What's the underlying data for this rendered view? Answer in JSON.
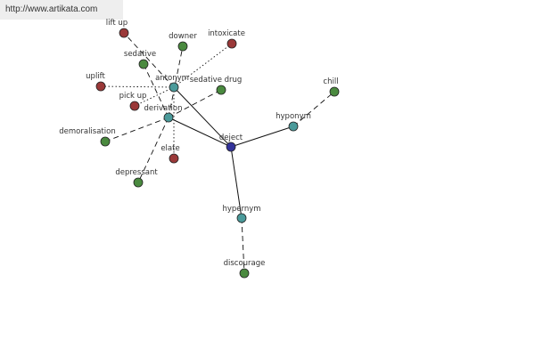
{
  "site_url": "http://www.artikata.com",
  "colors": {
    "center": "#33339a",
    "relation": "#4a9a9a",
    "antonym_word": "#9a3838",
    "synonym_word": "#4a8a3f",
    "edge": "#111111",
    "background": "#ffffff"
  },
  "nodes": [
    {
      "id": "deject",
      "label": "deject",
      "kind": "center"
    },
    {
      "id": "antonym",
      "label": "antonym",
      "kind": "relation"
    },
    {
      "id": "derivation",
      "label": "derivation",
      "kind": "relation"
    },
    {
      "id": "hyponym",
      "label": "hyponym",
      "kind": "relation"
    },
    {
      "id": "hypernym",
      "label": "hypernym",
      "kind": "relation"
    },
    {
      "id": "lift-up",
      "label": "lift up",
      "kind": "antonym_word"
    },
    {
      "id": "intoxicate",
      "label": "intoxicate",
      "kind": "antonym_word"
    },
    {
      "id": "uplift",
      "label": "uplift",
      "kind": "antonym_word"
    },
    {
      "id": "pick-up",
      "label": "pick up",
      "kind": "antonym_word"
    },
    {
      "id": "elate",
      "label": "elate",
      "kind": "antonym_word"
    },
    {
      "id": "downer",
      "label": "downer",
      "kind": "synonym_word"
    },
    {
      "id": "sedative",
      "label": "sedative",
      "kind": "synonym_word"
    },
    {
      "id": "sedative-drug",
      "label": "sedative drug",
      "kind": "synonym_word"
    },
    {
      "id": "demoralisation",
      "label": "demoralisation",
      "kind": "synonym_word"
    },
    {
      "id": "depressant",
      "label": "depressant",
      "kind": "synonym_word"
    },
    {
      "id": "chill",
      "label": "chill",
      "kind": "synonym_word"
    },
    {
      "id": "discourage",
      "label": "discourage",
      "kind": "synonym_word"
    }
  ],
  "edges": [
    {
      "from": "deject",
      "to": "antonym",
      "style": "solid"
    },
    {
      "from": "deject",
      "to": "derivation",
      "style": "solid"
    },
    {
      "from": "deject",
      "to": "hyponym",
      "style": "solid"
    },
    {
      "from": "deject",
      "to": "hypernym",
      "style": "solid"
    },
    {
      "from": "antonym",
      "to": "lift-up",
      "style": "dashed"
    },
    {
      "from": "antonym",
      "to": "intoxicate",
      "style": "dotted"
    },
    {
      "from": "antonym",
      "to": "uplift",
      "style": "dotted"
    },
    {
      "from": "antonym",
      "to": "pick-up",
      "style": "dotted"
    },
    {
      "from": "antonym",
      "to": "elate",
      "style": "dotted"
    },
    {
      "from": "derivation",
      "to": "downer",
      "style": "dashed"
    },
    {
      "from": "derivation",
      "to": "sedative",
      "style": "dashed"
    },
    {
      "from": "derivation",
      "to": "sedative-drug",
      "style": "dashed"
    },
    {
      "from": "derivation",
      "to": "demoralisation",
      "style": "dashed"
    },
    {
      "from": "derivation",
      "to": "depressant",
      "style": "dashed"
    },
    {
      "from": "hyponym",
      "to": "chill",
      "style": "dashed"
    },
    {
      "from": "hypernym",
      "to": "discourage",
      "style": "dashed"
    }
  ]
}
